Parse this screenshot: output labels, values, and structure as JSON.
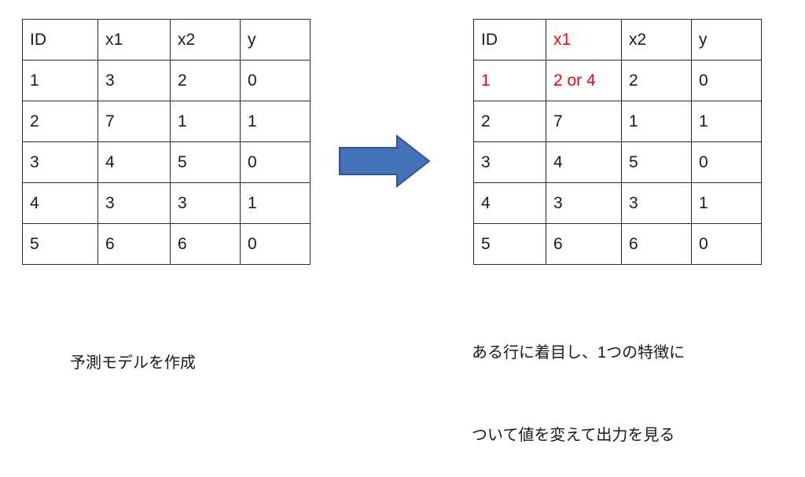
{
  "diagram": {
    "colors": {
      "arrow_fill": "#4472b8",
      "arrow_stroke": "#2f5496",
      "highlight_text": "#fb0007",
      "table_border": "#2b2b2b",
      "text": "#1a1a1a"
    },
    "left": {
      "caption": "予測モデルを作成",
      "table": {
        "headers": [
          "ID",
          "x1",
          "x2",
          "y"
        ],
        "header_highlight": [
          false,
          false,
          false,
          false
        ],
        "rows": [
          {
            "cells": [
              "1",
              "3",
              "2",
              "0"
            ],
            "highlight": [
              false,
              false,
              false,
              false
            ]
          },
          {
            "cells": [
              "2",
              "7",
              "1",
              "1"
            ],
            "highlight": [
              false,
              false,
              false,
              false
            ]
          },
          {
            "cells": [
              "3",
              "4",
              "5",
              "0"
            ],
            "highlight": [
              false,
              false,
              false,
              false
            ]
          },
          {
            "cells": [
              "4",
              "3",
              "3",
              "1"
            ],
            "highlight": [
              false,
              false,
              false,
              false
            ]
          },
          {
            "cells": [
              "5",
              "6",
              "6",
              "0"
            ],
            "highlight": [
              false,
              false,
              false,
              false
            ]
          }
        ]
      }
    },
    "arrow": {
      "icon": "right-arrow-icon",
      "direction": "right"
    },
    "right": {
      "caption_line1": "ある行に着目し、1つの特徴に",
      "caption_line2": "ついて値を変えて出力を見る",
      "table": {
        "headers": [
          "ID",
          "x1",
          "x2",
          "y"
        ],
        "header_highlight": [
          false,
          true,
          false,
          false
        ],
        "rows": [
          {
            "cells": [
              "1",
              "2 or 4",
              "2",
              "0"
            ],
            "highlight": [
              true,
              true,
              false,
              false
            ]
          },
          {
            "cells": [
              "2",
              "7",
              "1",
              "1"
            ],
            "highlight": [
              false,
              false,
              false,
              false
            ]
          },
          {
            "cells": [
              "3",
              "4",
              "5",
              "0"
            ],
            "highlight": [
              false,
              false,
              false,
              false
            ]
          },
          {
            "cells": [
              "4",
              "3",
              "3",
              "1"
            ],
            "highlight": [
              false,
              false,
              false,
              false
            ]
          },
          {
            "cells": [
              "5",
              "6",
              "6",
              "0"
            ],
            "highlight": [
              false,
              false,
              false,
              false
            ]
          }
        ]
      }
    }
  }
}
